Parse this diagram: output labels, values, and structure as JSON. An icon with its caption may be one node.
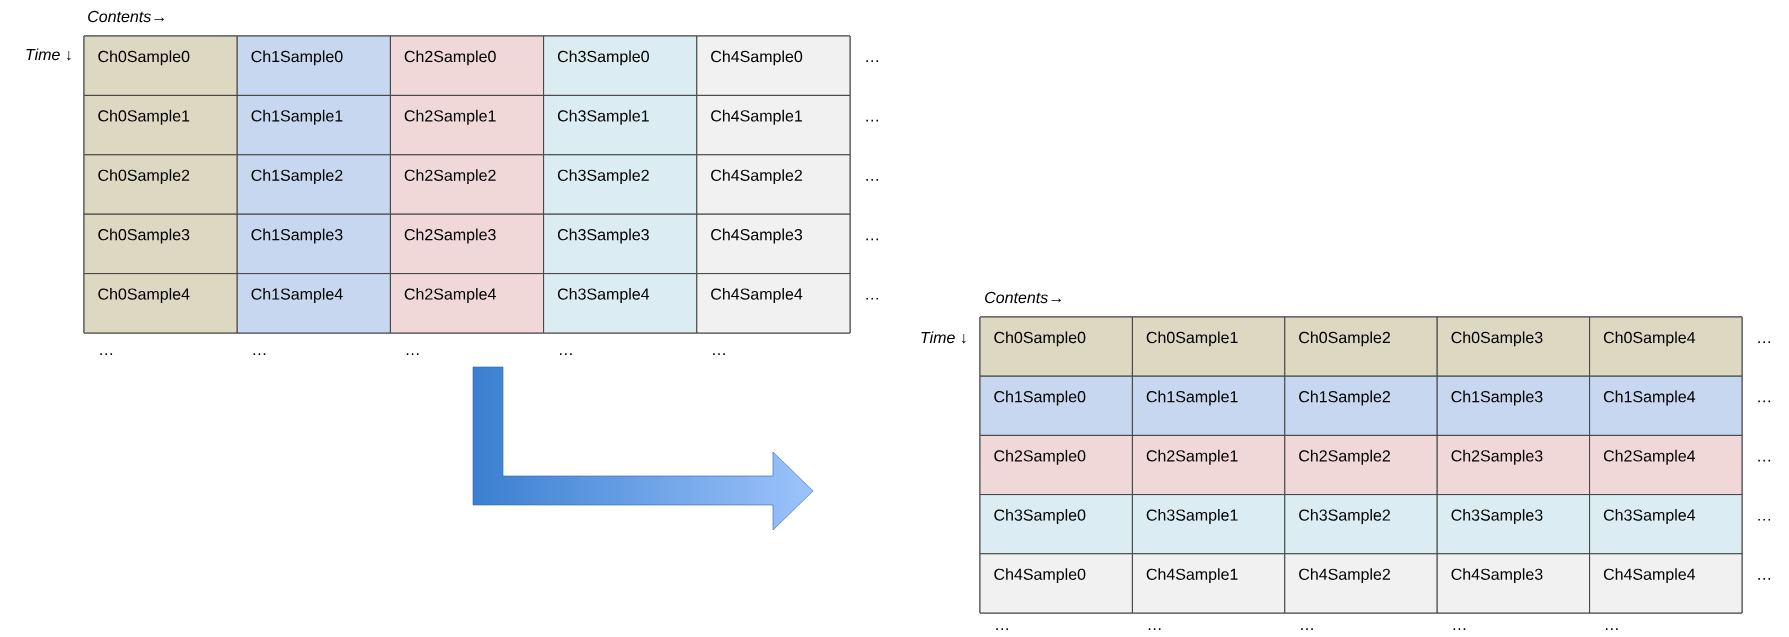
{
  "diagram": {
    "labels": [
      "Contents→",
      "Time ↓",
      "Ch0Sample0",
      "Ch1Sample0",
      "Ch2Sample0",
      "Ch3Sample0",
      "Ch4Sample0",
      "…",
      "Ch0Sample1",
      "Ch1Sample1",
      "Ch2Sample1",
      "Ch3Sample1",
      "Ch4Sample1",
      "…",
      "Ch0Sample2",
      "Ch1Sample2",
      "Ch2Sample2",
      "Ch3Sample2",
      "Ch4Sample2",
      "…",
      "Ch0Sample3",
      "Ch1Sample3",
      "Ch2Sample3",
      "Ch3Sample3",
      "Ch4Sample3",
      "…",
      "Ch0Sample4",
      "Ch1Sample4",
      "Ch2Sample4",
      "Ch3Sample4",
      "Ch4Sample4",
      "…",
      "…",
      "…",
      "…",
      "…",
      "…",
      "Contents→",
      "Time ↓",
      "Ch0Sample0",
      "Ch0Sample1",
      "Ch0Sample2",
      "Ch0Sample3",
      "Ch0Sample4",
      "…",
      "Ch1Sample0",
      "Ch1Sample1",
      "Ch1Sample2",
      "Ch1Sample3",
      "Ch1Sample4",
      "…",
      "Ch2Sample0",
      "Ch2Sample1",
      "Ch2Sample2",
      "Ch2Sample3",
      "Ch2Sample4",
      "…",
      "Ch3Sample0",
      "Ch3Sample1",
      "Ch3Sample2",
      "Ch3Sample3",
      "Ch3Sample4",
      "…",
      "Ch4Sample0",
      "Ch4Sample1",
      "Ch4Sample2",
      "Ch4Sample3",
      "Ch4Sample4",
      "…",
      "…",
      "…",
      "…",
      "…",
      "…"
    ]
  }
}
